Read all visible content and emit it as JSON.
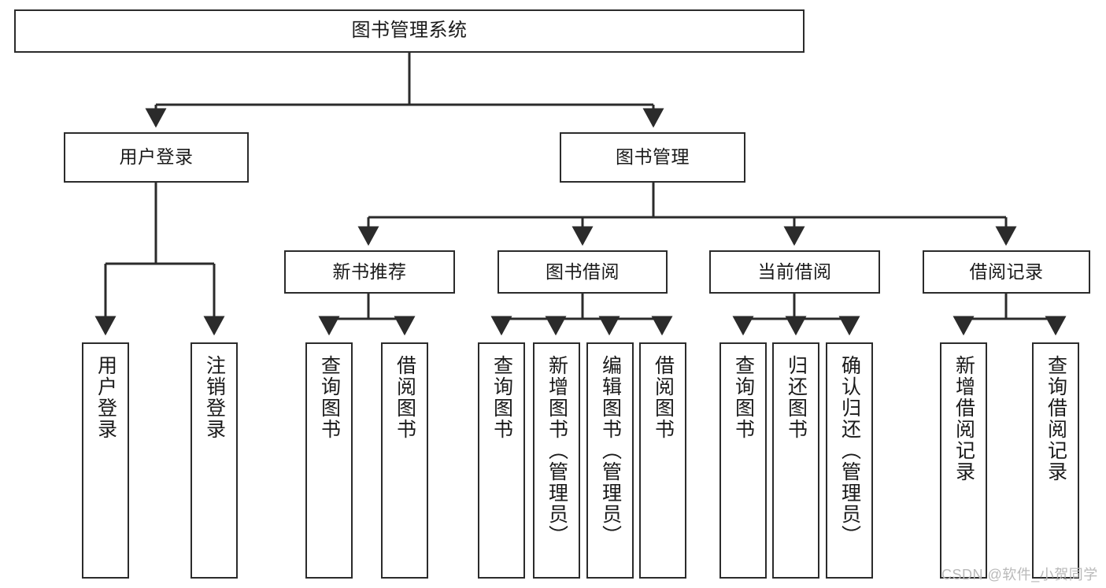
{
  "diagram": {
    "title": "图书管理系统",
    "type": "hierarchy-tree",
    "levels": [
      {
        "level": 1,
        "nodes": [
          {
            "id": "root",
            "label": "图书管理系统",
            "orientation": "horizontal"
          }
        ]
      },
      {
        "level": 2,
        "nodes": [
          {
            "id": "login",
            "label": "用户登录",
            "orientation": "horizontal",
            "parent": "root"
          },
          {
            "id": "bookmgmt",
            "label": "图书管理",
            "orientation": "horizontal",
            "parent": "root"
          }
        ]
      },
      {
        "level": 3,
        "nodes": [
          {
            "id": "newbook",
            "label": "新书推荐",
            "orientation": "horizontal",
            "parent": "bookmgmt"
          },
          {
            "id": "borrow",
            "label": "图书借阅",
            "orientation": "horizontal",
            "parent": "bookmgmt"
          },
          {
            "id": "current",
            "label": "当前借阅",
            "orientation": "horizontal",
            "parent": "bookmgmt"
          },
          {
            "id": "records",
            "label": "借阅记录",
            "orientation": "horizontal",
            "parent": "bookmgmt"
          }
        ]
      },
      {
        "level": 4,
        "nodes": [
          {
            "id": "leaf-user-login",
            "label": "用户登录",
            "orientation": "vertical",
            "parent": "login"
          },
          {
            "id": "leaf-user-logout",
            "label": "注销登录",
            "orientation": "vertical",
            "parent": "login"
          },
          {
            "id": "leaf-query-book-1",
            "label": "查询图书",
            "orientation": "vertical",
            "parent": "newbook"
          },
          {
            "id": "leaf-borrow-book-1",
            "label": "借阅图书",
            "orientation": "vertical",
            "parent": "newbook"
          },
          {
            "id": "leaf-query-book-2",
            "label": "查询图书",
            "orientation": "vertical",
            "parent": "borrow"
          },
          {
            "id": "leaf-add-book",
            "label": "新增图书（管理员）",
            "orientation": "vertical",
            "parent": "borrow"
          },
          {
            "id": "leaf-edit-book",
            "label": "编辑图书（管理员）",
            "orientation": "vertical",
            "parent": "borrow"
          },
          {
            "id": "leaf-borrow-book-2",
            "label": "借阅图书",
            "orientation": "vertical",
            "parent": "borrow"
          },
          {
            "id": "leaf-query-book-3",
            "label": "查询图书",
            "orientation": "vertical",
            "parent": "current"
          },
          {
            "id": "leaf-return-book",
            "label": "归还图书",
            "orientation": "vertical",
            "parent": "current"
          },
          {
            "id": "leaf-confirm-return",
            "label": "确认归还（管理员）",
            "orientation": "vertical",
            "parent": "current"
          },
          {
            "id": "leaf-add-record",
            "label": "新增借阅记录",
            "orientation": "vertical",
            "parent": "records"
          },
          {
            "id": "leaf-query-record",
            "label": "查询借阅记录",
            "orientation": "vertical",
            "parent": "records"
          }
        ]
      }
    ],
    "colors": {
      "node_border": "#2b2b2b",
      "node_fill": "#ffffff",
      "connector": "#2b2b2b",
      "text": "#1a1a1a",
      "watermark": "#b9b9b9",
      "background": "#ffffff"
    }
  },
  "watermark": {
    "text": "CSDN @软件_小贺同学"
  }
}
